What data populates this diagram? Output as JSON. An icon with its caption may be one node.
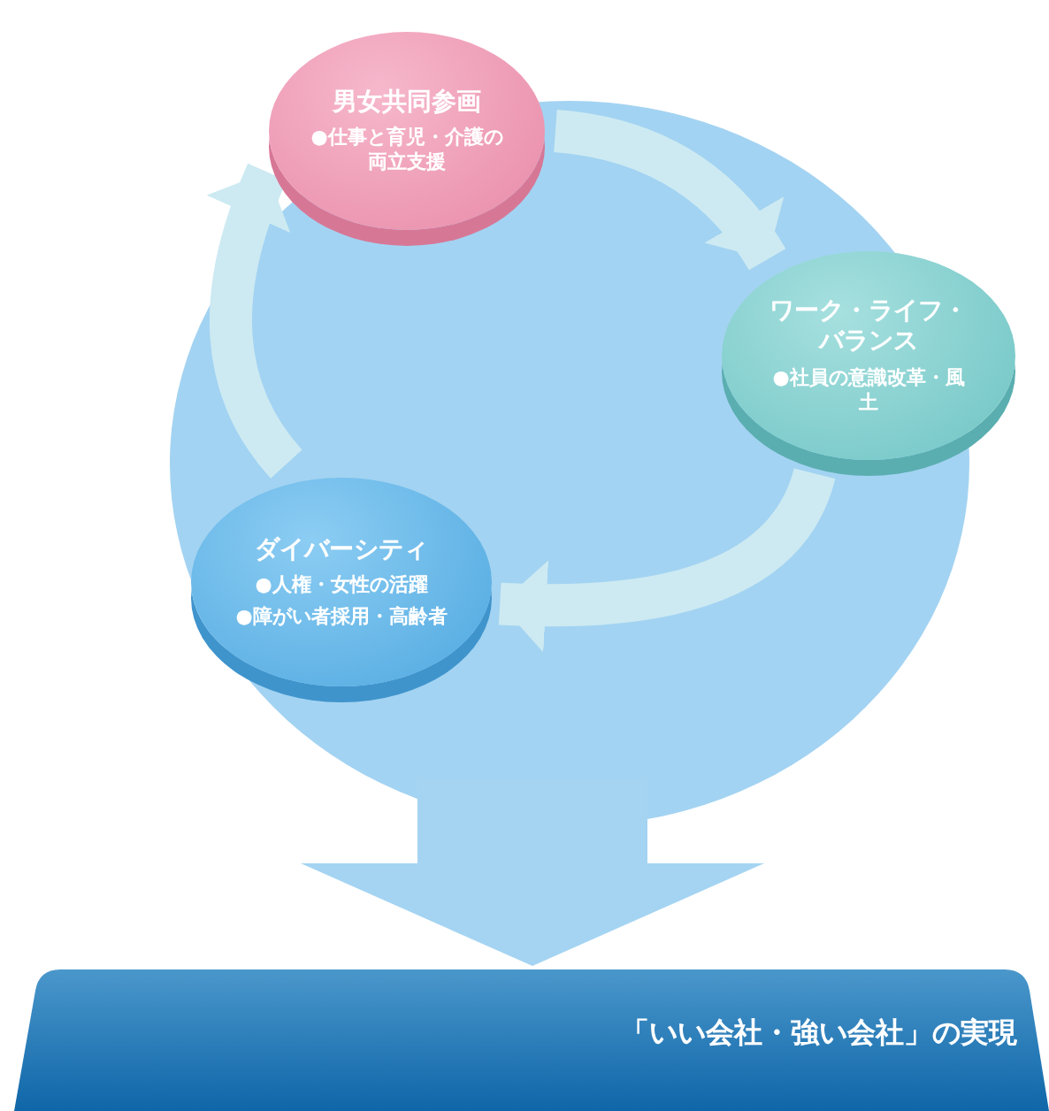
{
  "diagram": {
    "nodes": [
      {
        "text": [
          "男女共同参画",
          "●仕事と育児・介護の両立支援"
        ]
      },
      {
        "text": [
          "ワーク・ライフ・バランス",
          "●社員の意識改革・風土"
        ]
      },
      {
        "text": [
          "ダイバーシティ",
          "●人権・女性の活躍",
          "●障がい者採用・高齢者"
        ]
      },
      {
        "text": [
          "「いい会社・強い会社」の実現"
        ]
      }
    ],
    "edges": [
      {
        "from": 0,
        "to": 1,
        "arrow": "to"
      },
      {
        "from": 1,
        "to": 2,
        "arrow": "to"
      },
      {
        "from": 2,
        "to": 0,
        "arrow": "to"
      },
      {
        "from": null,
        "to": 3,
        "arrow": "to",
        "style": "thick",
        "color": "#a4d4f2"
      }
    ]
  }
}
